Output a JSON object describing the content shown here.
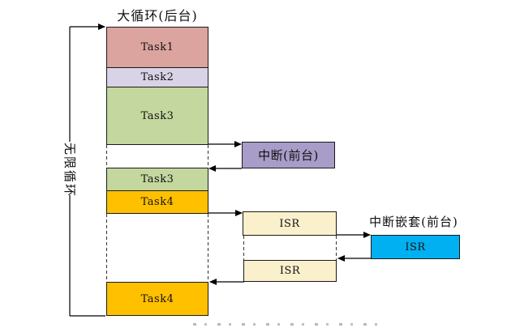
{
  "diagram": {
    "title": "大循环(后台)",
    "infinite_loop_label": "无限循环",
    "background_column": [
      {
        "label": "Task1",
        "color": "#dba49f"
      },
      {
        "label": "Task2",
        "color": "#d9d3e8"
      },
      {
        "label": "Task3",
        "color": "#c4d79f"
      },
      {
        "label": "Task3",
        "color": "#c4d79f"
      },
      {
        "label": "Task4",
        "color": "#ffc000"
      },
      {
        "label": "Task4",
        "color": "#ffc000"
      }
    ],
    "interrupt_block": {
      "label": "中断(前台)",
      "color": "#a89cc8"
    },
    "isr_blocks": [
      {
        "label": "ISR",
        "color": "#fbf0cc"
      },
      {
        "label": "ISR",
        "color": "#fbf0cc"
      }
    ],
    "nested_interrupt": {
      "title": "中断嵌套(前台)",
      "block_label": "ISR",
      "color": "#00b0f0"
    },
    "line_color": "#000000"
  }
}
